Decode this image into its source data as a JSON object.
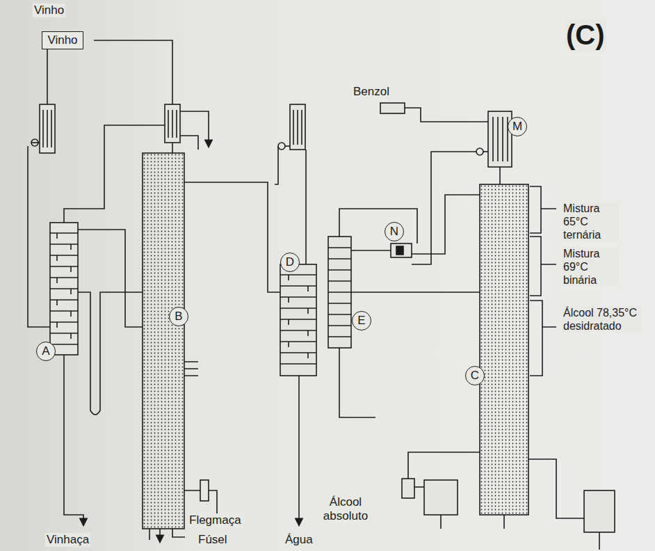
{
  "diagram": {
    "nodes": [
      {
        "text": [
          "Vinho"
        ]
      },
      {
        "text": [
          "M"
        ]
      },
      {
        "text": [
          "N"
        ]
      },
      {
        "text": [
          "D"
        ]
      },
      {
        "text": [
          "E"
        ]
      },
      {
        "text": [
          "A"
        ]
      },
      {
        "text": [
          "B"
        ]
      },
      {
        "text": [
          "C"
        ]
      }
    ],
    "labels": [
      "(C)",
      "Vinho",
      "Benzol",
      "Mistura 65°C ternária",
      "Mistura 69°C binária",
      "Álcool 78,35°C desidratado",
      "Vinhaça",
      "Fúsel",
      "Água",
      "Álcool absoluto",
      "Flegmaça"
    ]
  }
}
